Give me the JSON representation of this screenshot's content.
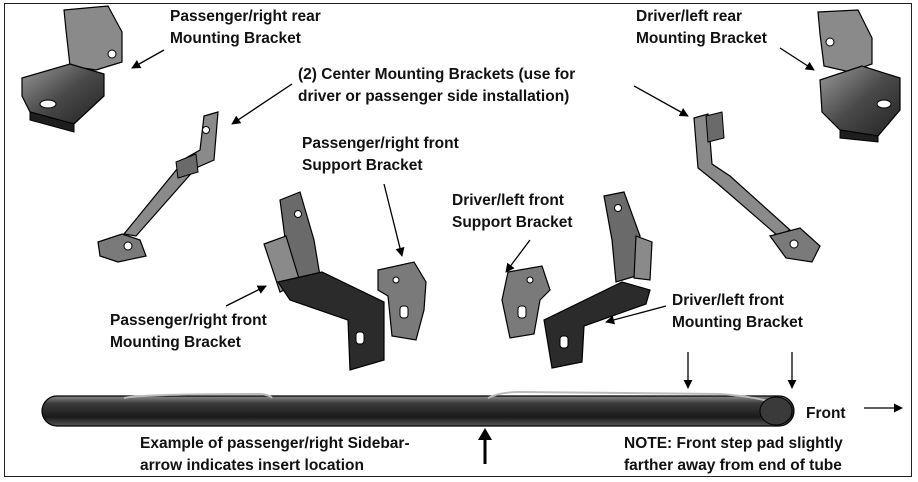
{
  "labels": {
    "pass_rear": [
      "Passenger/right rear",
      "Mounting Bracket"
    ],
    "driver_rear": [
      "Driver/left rear",
      "Mounting Bracket"
    ],
    "center": [
      "(2) Center Mounting Brackets (use for",
      "driver or passenger side installation)"
    ],
    "pass_front_support": [
      "Passenger/right front",
      "Support Bracket"
    ],
    "driver_front_support": [
      "Driver/left front",
      "Support Bracket"
    ],
    "pass_front_mount": [
      "Passenger/right front",
      "Mounting Bracket"
    ],
    "driver_front_mount": [
      "Driver/left front",
      "Mounting Bracket"
    ],
    "front": "Front",
    "example": [
      "Example of passenger/right Sidebar-",
      "arrow indicates insert location"
    ],
    "note": [
      "NOTE: Front step pad slightly",
      "farther away from end of tube"
    ]
  },
  "colors": {
    "bracket_dark": "#2b2b2b",
    "bracket_mid": "#555555",
    "bracket_light": "#8a8a8a",
    "outline": "#000000"
  }
}
